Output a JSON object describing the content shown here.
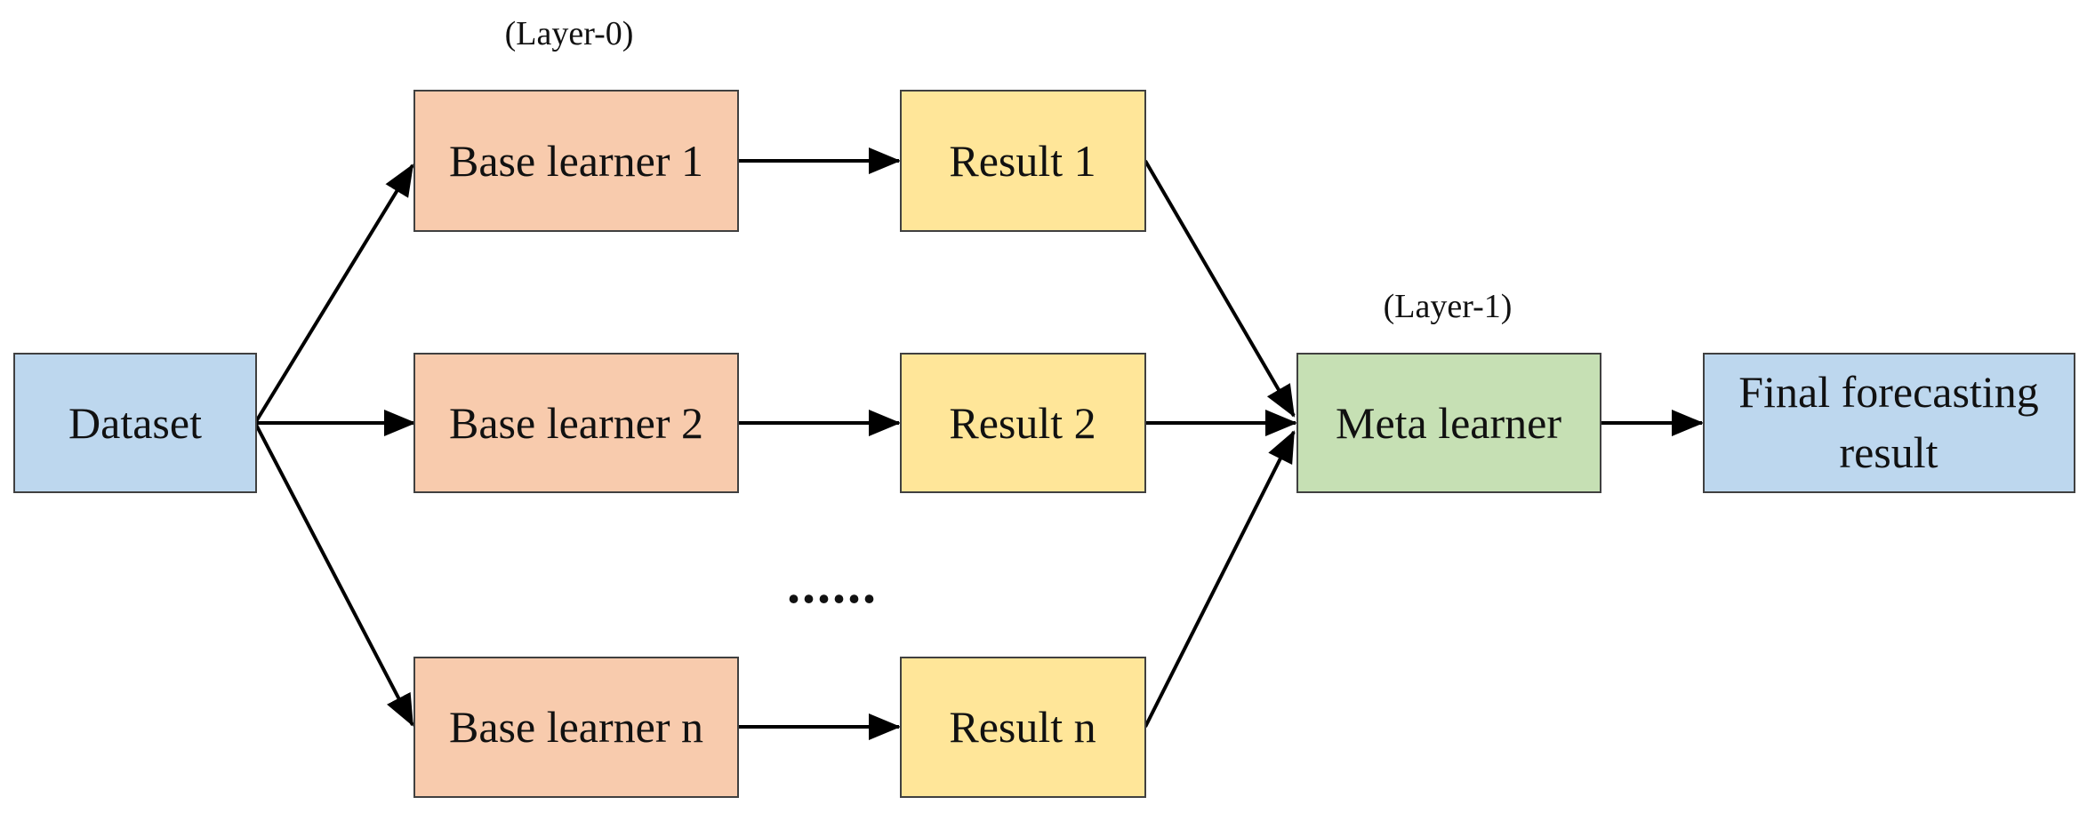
{
  "colors": {
    "dataset": "#bdd7ee",
    "base_learner": "#f8cbad",
    "result": "#ffe699",
    "meta_learner": "#c6e0b4",
    "final": "#bdd7ee",
    "border": "#404040",
    "arrow": "#000000"
  },
  "layers": {
    "layer0": "(Layer-0)",
    "layer1": "(Layer-1)"
  },
  "nodes": {
    "dataset": "Dataset",
    "base_learner_1": "Base learner 1",
    "base_learner_2": "Base learner 2",
    "base_learner_n": "Base learner n",
    "result_1": "Result 1",
    "result_2": "Result 2",
    "result_n": "Result n",
    "meta_learner": "Meta learner",
    "final_line1": "Final forecasting",
    "final_line2": "result"
  },
  "ellipsis": "......",
  "edges": [
    {
      "from": "dataset",
      "to": "base_learner_1"
    },
    {
      "from": "dataset",
      "to": "base_learner_2"
    },
    {
      "from": "dataset",
      "to": "base_learner_n"
    },
    {
      "from": "base_learner_1",
      "to": "result_1"
    },
    {
      "from": "base_learner_2",
      "to": "result_2"
    },
    {
      "from": "base_learner_n",
      "to": "result_n"
    },
    {
      "from": "result_1",
      "to": "meta_learner"
    },
    {
      "from": "result_2",
      "to": "meta_learner"
    },
    {
      "from": "result_n",
      "to": "meta_learner"
    },
    {
      "from": "meta_learner",
      "to": "final"
    }
  ]
}
